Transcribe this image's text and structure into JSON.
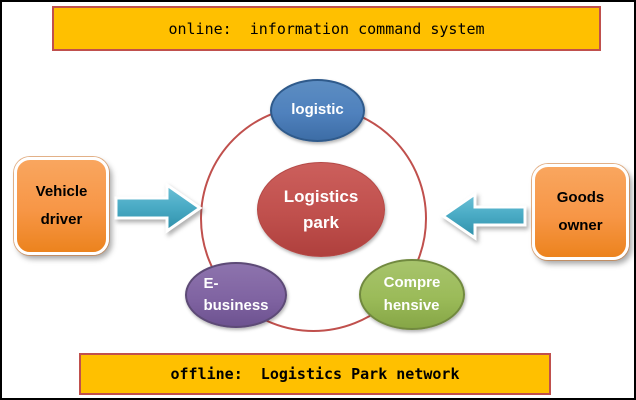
{
  "banners": {
    "top": "online:  information command system",
    "bottom": "offline:  Logistics Park network"
  },
  "nodes": {
    "hub": "Logistics\npark",
    "top": "logistic",
    "bottom_left": "E-\nbusiness",
    "bottom_right": "Compre\nhensive"
  },
  "boxes": {
    "left": "Vehicle\ndriver",
    "right": "Goods\nowner"
  },
  "icons": {
    "left_to_hub_arrow": "right-arrow",
    "right_to_hub_arrow": "left-arrow"
  },
  "colors": {
    "banner_fill": "#FFC000",
    "banner_border": "#C0504D",
    "ring_stroke": "#C0504D",
    "hub_fill": "#C0504D",
    "top_node_fill": "#4F81BD",
    "bottom_left_node_fill": "#8064A2",
    "bottom_right_node_fill": "#9BBB59",
    "side_box_fill": "#F79646",
    "arrow_fill": "#4BACC6",
    "frame_border": "#000000"
  }
}
